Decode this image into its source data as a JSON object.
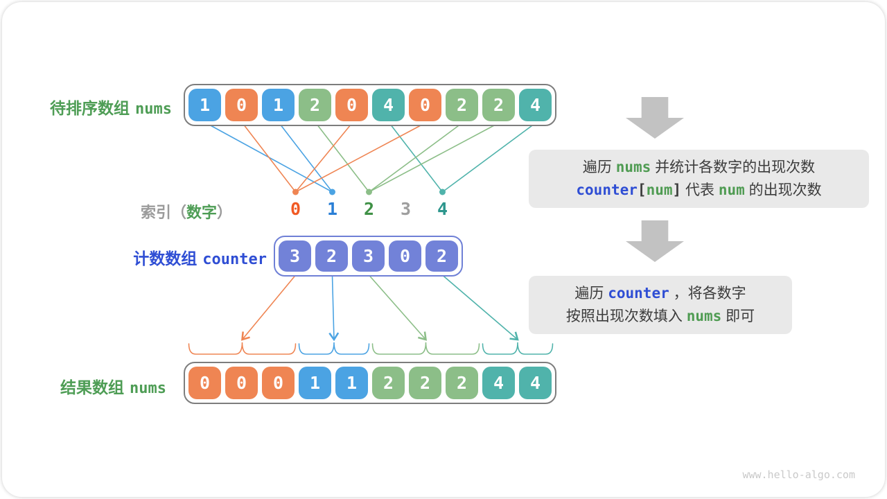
{
  "palette": {
    "blue": "#4BA3E3",
    "orange": "#EF8553",
    "green": "#8CBE88",
    "teal": "#50B3AB",
    "gray": "#9E9E9E",
    "counter_fill": "#7282D8",
    "counter_border": "#6F80D6",
    "array_border": "#7D7D7D",
    "box_bg": "#E9E9E9",
    "text_dark": "#3C3C3C",
    "label_green": "#4E9D55",
    "label_blue": "#2F4ED4",
    "label_gray": "#9B9B9B",
    "big_arrow": "#C2C2C2",
    "watermark": "#C9C9C9"
  },
  "digit_colors": {
    "0": "#F15A24",
    "1": "#2A7FD6",
    "2": "#3F9146",
    "3": "#9E9E9E",
    "4": "#2D968D"
  },
  "value_colors": {
    "0": "orange",
    "1": "blue",
    "2": "green",
    "3": "gray",
    "4": "teal"
  },
  "labels": {
    "nums_label": {
      "zh": "待排序数组",
      "code": "nums"
    },
    "index_label": {
      "prefix": "索引（",
      "highlight": "数字",
      "suffix": "）"
    },
    "counter_label": {
      "zh": "计数数组",
      "code": "counter"
    },
    "result_label": {
      "zh": "结果数组",
      "code": "nums"
    }
  },
  "arrays": {
    "nums": [
      1,
      0,
      1,
      2,
      0,
      4,
      0,
      2,
      2,
      4
    ],
    "index": [
      0,
      1,
      2,
      3,
      4
    ],
    "counter": [
      3,
      2,
      3,
      0,
      2
    ],
    "result": [
      0,
      0,
      0,
      1,
      1,
      2,
      2,
      2,
      4,
      4
    ]
  },
  "groups": [
    {
      "value": 0,
      "first_cell": 0,
      "last_cell": 2
    },
    {
      "value": 1,
      "first_cell": 3,
      "last_cell": 4
    },
    {
      "value": 2,
      "first_cell": 5,
      "last_cell": 7
    },
    {
      "value": 4,
      "first_cell": 8,
      "last_cell": 9
    }
  ],
  "callouts": {
    "box1": {
      "line1": [
        {
          "text": "遍历 ",
          "style": "zh"
        },
        {
          "text": "nums",
          "style": "code-green"
        },
        {
          "text": " 并统计各数字的出现次数",
          "style": "zh"
        }
      ],
      "line2": [
        {
          "text": "counter",
          "style": "code-blue"
        },
        {
          "text": "[",
          "style": "code-dark"
        },
        {
          "text": "num",
          "style": "code-green"
        },
        {
          "text": "]",
          "style": "code-dark"
        },
        {
          "text": " 代表 ",
          "style": "zh"
        },
        {
          "text": "num",
          "style": "code-green"
        },
        {
          "text": " 的出现次数",
          "style": "zh"
        }
      ]
    },
    "box2": {
      "line1": [
        {
          "text": "遍历 ",
          "style": "zh"
        },
        {
          "text": "counter",
          "style": "code-blue"
        },
        {
          "text": " ，将各数字",
          "style": "zh"
        }
      ],
      "line2": [
        {
          "text": "按照出现次数填入 ",
          "style": "zh"
        },
        {
          "text": "nums",
          "style": "code-green"
        },
        {
          "text": " 即可",
          "style": "zh"
        }
      ]
    }
  },
  "watermark": "www.hello-algo.com"
}
